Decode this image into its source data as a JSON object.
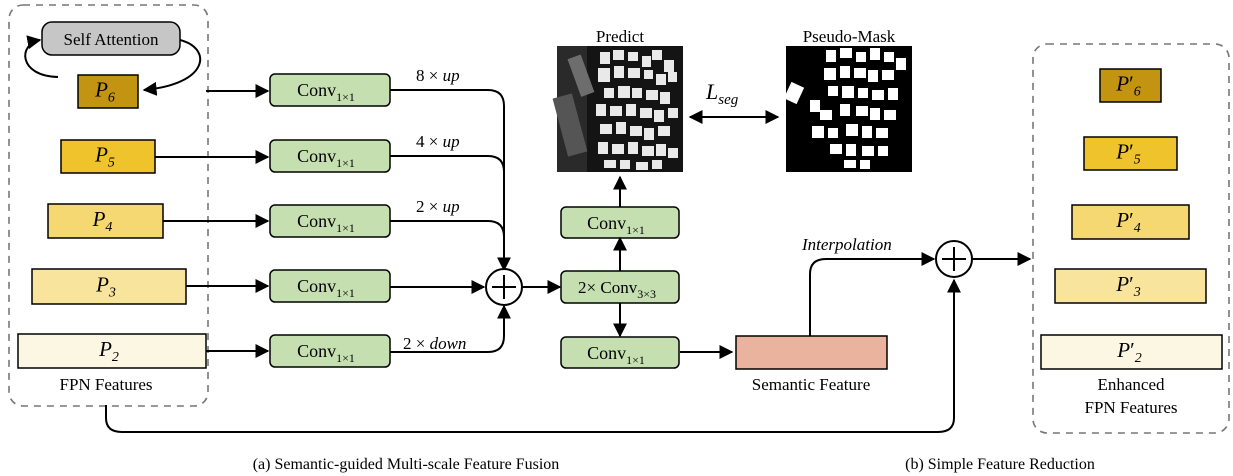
{
  "self_attention": "Self Attention",
  "fpn": {
    "levels": [
      {
        "base": "P",
        "sub": "6",
        "color": "#c29412"
      },
      {
        "base": "P",
        "sub": "5",
        "color": "#eec32c"
      },
      {
        "base": "P",
        "sub": "4",
        "color": "#f5d871"
      },
      {
        "base": "P",
        "sub": "3",
        "color": "#f8e49d"
      },
      {
        "base": "P",
        "sub": "2",
        "color": "#fcf7e3"
      }
    ],
    "caption": "FPN Features"
  },
  "conv1": {
    "base": "Conv",
    "sub": "1×1"
  },
  "conv3": {
    "prefix": "2× Conv",
    "sub": "3×3"
  },
  "scale_labels": [
    "8 × ",
    "up",
    "4 × ",
    "up",
    "2 × ",
    "up",
    "2 × ",
    "down"
  ],
  "predict_label": "Predict",
  "pseudo_mask_label": "Pseudo-Mask",
  "loss": {
    "base": "L",
    "sub": "seg",
    "color": "#e8231a"
  },
  "interpolation": "Interpolation",
  "semantic_feature": {
    "label": "Semantic Feature",
    "color": "#e9b39d"
  },
  "enhanced": {
    "levels": [
      {
        "base": "P",
        "sub": "6",
        "prime": "′",
        "color": "#c29412"
      },
      {
        "base": "P",
        "sub": "5",
        "prime": "′",
        "color": "#eec32c"
      },
      {
        "base": "P",
        "sub": "4",
        "prime": "′",
        "color": "#f5d871"
      },
      {
        "base": "P",
        "sub": "3",
        "prime": "′",
        "color": "#f8e49d"
      },
      {
        "base": "P",
        "sub": "2",
        "prime": "′",
        "color": "#fcf7e3"
      }
    ],
    "caption_line1": "Enhanced",
    "caption_line2": "FPN Features"
  },
  "captions": {
    "a": "(a) Semantic-guided Multi-scale Feature Fusion",
    "b": "(b) Simple Feature Reduction"
  }
}
